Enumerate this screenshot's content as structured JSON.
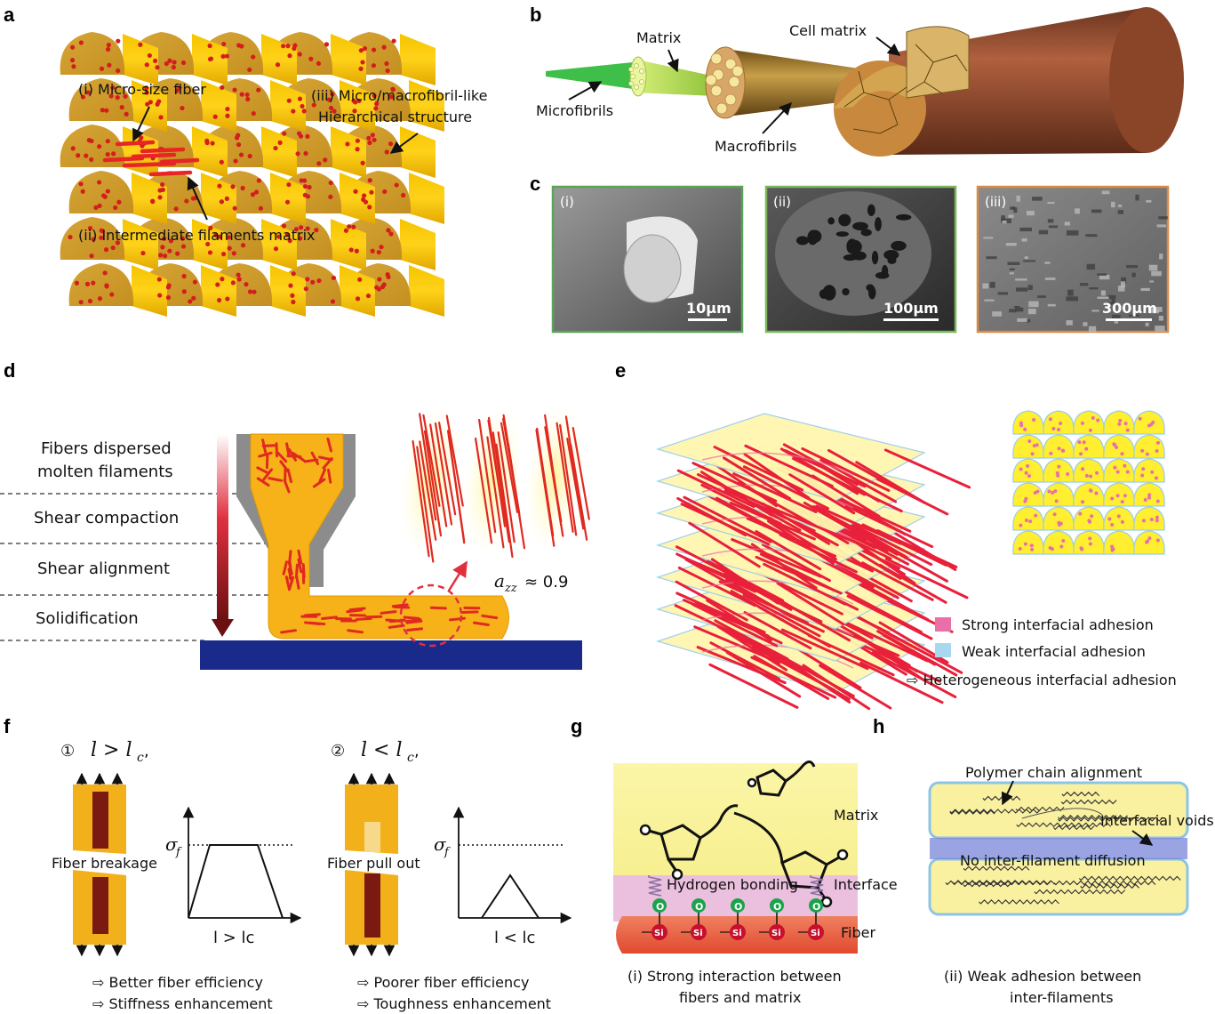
{
  "panels": {
    "a": {
      "label": "a",
      "ann_micro": "(i) Micro-size fiber",
      "ann_matrix": "(ii) Intermediate filaments matrix",
      "ann_hier_1": "(iii) Micro/macrofibril-like",
      "ann_hier_2": "Hierarchical structure"
    },
    "b": {
      "label": "b",
      "matrix": "Matrix",
      "cell_matrix": "Cell matrix",
      "microfibrils": "Microfibrils",
      "macrofibrils": "Macrofibrils"
    },
    "c": {
      "label": "c",
      "images": [
        {
          "tag": "(i)",
          "scale": "10µm",
          "border": "#5aa45a"
        },
        {
          "tag": "(ii)",
          "scale": "100µm",
          "border": "#7ab85a"
        },
        {
          "tag": "(iii)",
          "scale": "300µm",
          "border": "#d98c4a"
        }
      ]
    },
    "d": {
      "label": "d",
      "stage_1a": "Fibers dispersed",
      "stage_1b": "molten filaments",
      "stage_2": "Shear compaction",
      "stage_3": "Shear alignment",
      "stage_4": "Solidification",
      "azz_sym": "a",
      "azz_sub": "zz",
      "azz_val": "≈ 0.9"
    },
    "e": {
      "label": "e",
      "legend_strong": "Strong  interfacial adhesion",
      "legend_weak": "Weak  interfacial adhesion",
      "legend_hetero": "⇨ Heterogeneous interfacial adhesion",
      "colors": {
        "strong": "#e86fa8",
        "weak": "#a8d8f0"
      }
    },
    "f": {
      "label": "f",
      "case1_num": "①",
      "case1_math": "l > l",
      "case1_sub": "c",
      "case2_num": "②",
      "case2_math": "l < l",
      "case2_sub": "c",
      "sigma": "σ",
      "sigma_sub": "f",
      "breakage": "Fiber breakage",
      "pullout": "Fiber pull out",
      "x1": "l > lc",
      "x2": "l < lc",
      "case1_note1": "⇨ Better fiber efficiency",
      "case1_note2": "⇨ Stiffness enhancement",
      "case2_note1": "⇨ Poorer fiber efficiency",
      "case2_note2": "⇨ Toughness enhancement"
    },
    "g": {
      "label": "g",
      "matrix": "Matrix",
      "interface": "Interface",
      "fiber": "Fiber",
      "hbond": "Hydrogen bonding",
      "o_atom": "O",
      "si_atom": "Si",
      "caption1": "(i) Strong interaction between",
      "caption2": "fibers and matrix"
    },
    "h": {
      "label": "h",
      "chain": "Polymer chain alignment",
      "voids": "Interfacial voids",
      "nodiff": "No inter-filament diffusion",
      "caption1": "(ii) Weak adhesion between",
      "caption2": "inter-filaments"
    }
  }
}
